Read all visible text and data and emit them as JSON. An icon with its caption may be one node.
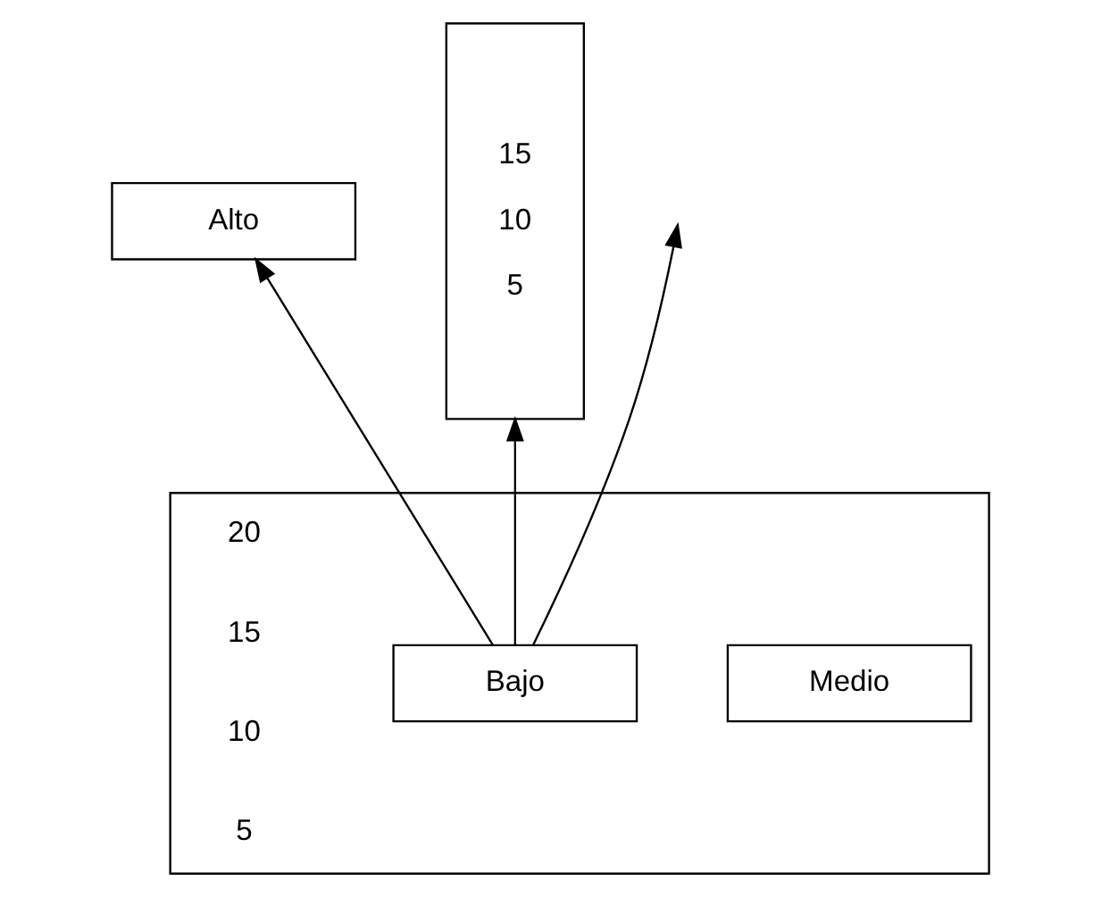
{
  "diagram": {
    "nodes": [
      {
        "text": [],
        "shape": "box"
      },
      {
        "text": [
          "Alto"
        ]
      },
      {
        "text": [
          "Medio"
        ],
        "in": 0
      },
      {
        "text": [
          "Bajo"
        ],
        "in": 0
      },
      {
        "text": [
          "15",
          "10",
          "5"
        ]
      }
    ],
    "edges": [
      {
        "from": 3,
        "to": null,
        "arrow": "to"
      },
      {
        "from": 3,
        "to": 1,
        "arrow": "to"
      },
      {
        "from": 3,
        "to": 4,
        "arrow": "to"
      }
    ],
    "labels": [
      "20",
      "15",
      "10",
      "5"
    ]
  }
}
